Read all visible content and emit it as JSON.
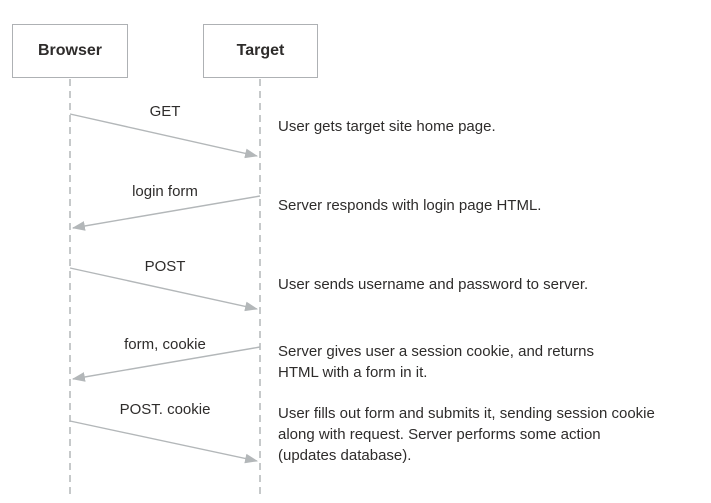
{
  "diagram": {
    "title": "browser-target-sequence-diagram",
    "actors": [
      {
        "label": "Browser"
      },
      {
        "label": "Target"
      }
    ],
    "messages": [
      {
        "label": "GET",
        "from": "Browser",
        "to": "Target",
        "description": "User gets target site home page."
      },
      {
        "label": "login form",
        "from": "Target",
        "to": "Browser",
        "description": "Server responds with login page HTML."
      },
      {
        "label": "POST",
        "from": "Browser",
        "to": "Target",
        "description": "User sends username and password to server."
      },
      {
        "label": "form, cookie",
        "from": "Target",
        "to": "Browser",
        "description": "Server gives user a session cookie, and returns\nHTML with a form in it."
      },
      {
        "label": "POST. cookie",
        "from": "Browser",
        "to": "Target",
        "description": "User fills out form and submits it, sending session cookie\nalong with request. Server performs some action\n(updates database)."
      }
    ],
    "colors": {
      "line": "#b3b7b9",
      "text": "#2e2c2b",
      "box_border": "#aeb1b4",
      "background": "#ffffff"
    }
  }
}
